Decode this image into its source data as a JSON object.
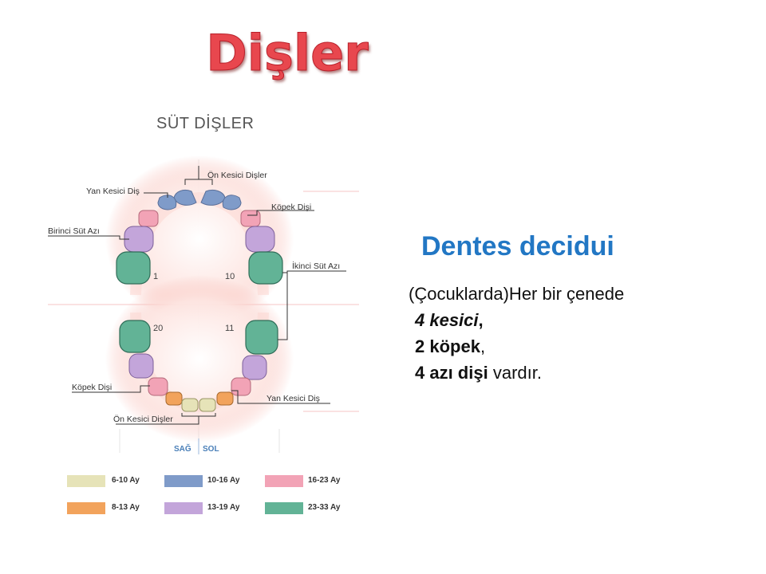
{
  "slide": {
    "title": "Dişler",
    "heading": "Dentes decidui",
    "lines": {
      "intro": "(Çocuklarda)Her bir çenede",
      "incisor_bold": "4 kesici",
      "incisor_tail": ",",
      "canine_bold": "2 köpek",
      "canine_tail": ",",
      "molar_bold": "4 azı dişi",
      "molar_tail": " vardır."
    }
  },
  "diagram": {
    "subtitle": "SÜT DİŞLER",
    "labels": {
      "upper_central": "Ön Kesici Dişler",
      "upper_lateral": "Yan Kesici Diş",
      "upper_canine": "Köpek Dişi",
      "first_molar": "Birinci Süt Azı",
      "second_molar": "İkinci Süt Azı",
      "lower_canine": "Köpek Dişi",
      "lower_lateral": "Yan Kesici Diş",
      "lower_central": "Ön Kesici Dişler"
    },
    "numbers": {
      "n1": "1",
      "n10": "10",
      "n20": "20",
      "n11": "11"
    },
    "sides": {
      "right": "SAĞ",
      "left": "SOL"
    },
    "legend": [
      {
        "label": "6-10 Ay",
        "color": "#e6e3b8"
      },
      {
        "label": "10-16 Ay",
        "color": "#7f9bc9"
      },
      {
        "label": "16-23 Ay",
        "color": "#f2a3b6"
      },
      {
        "label": "8-13 Ay",
        "color": "#f2a35c"
      },
      {
        "label": "13-19 Ay",
        "color": "#c3a5da"
      },
      {
        "label": "23-33 Ay",
        "color": "#62b396"
      }
    ]
  }
}
